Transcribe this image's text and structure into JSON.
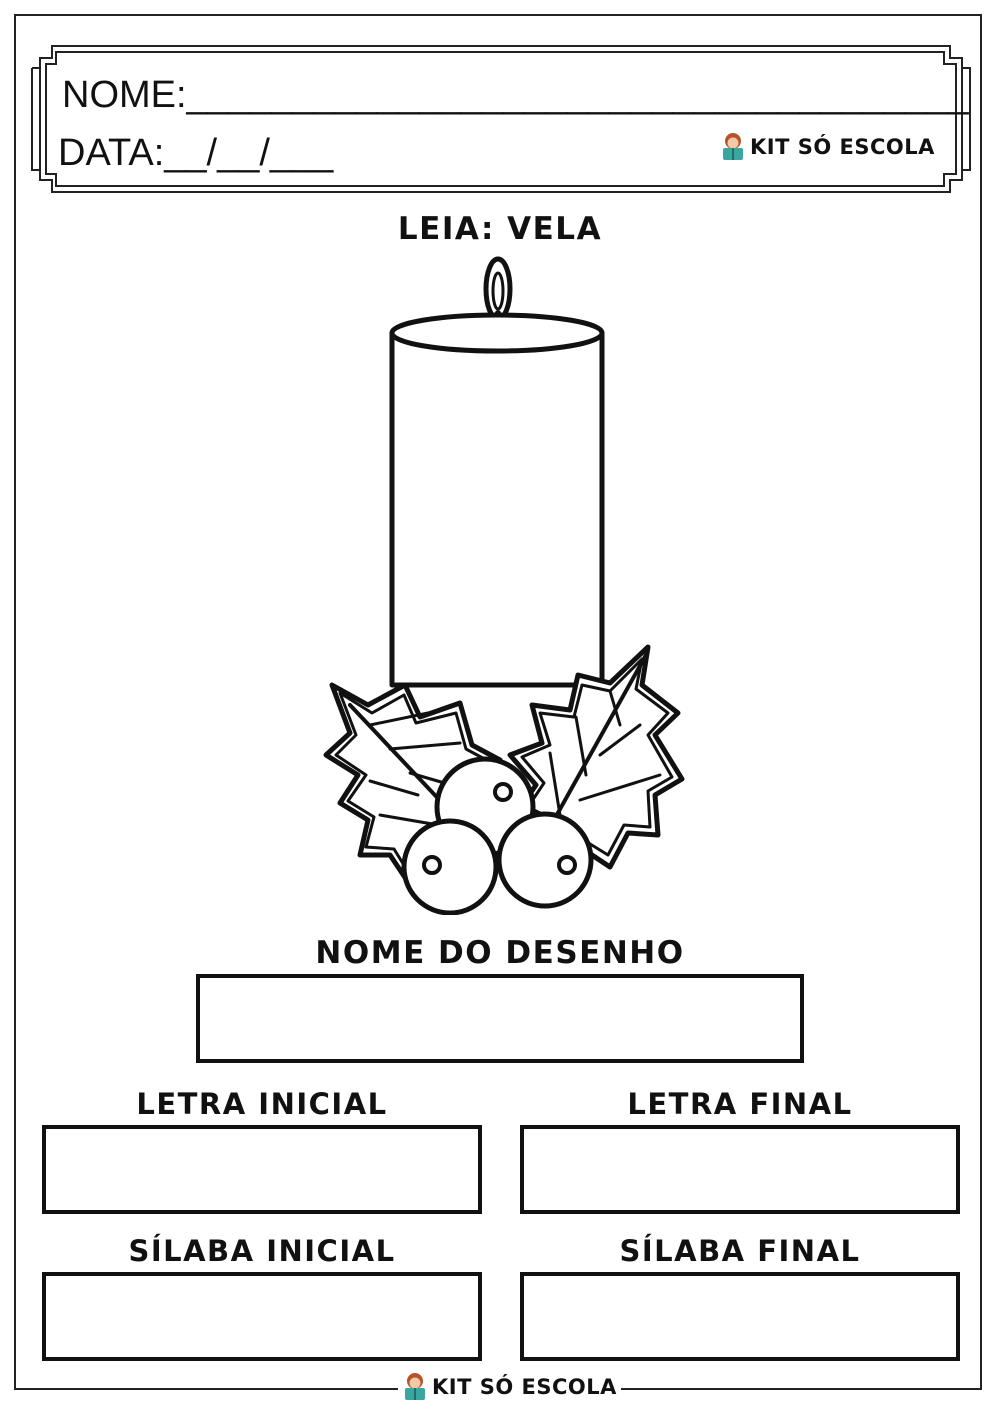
{
  "header": {
    "name_line": "NOME:_____________________________________",
    "date_line": "DATA:__/__/___",
    "logo_text": "KIT SÓ ESCOLA"
  },
  "reading": {
    "title": "LEIA:  VELA"
  },
  "drawing": {
    "icon": "candle-with-holly-icon"
  },
  "sections": {
    "drawing_name": "NOME DO DESENHO",
    "first_letter": "LETRA INICIAL",
    "last_letter": "LETRA FINAL",
    "first_syllable": "SÍLABA INICIAL",
    "last_syllable": "SÍLABA FINAL"
  },
  "footer": {
    "logo_text": "KIT SÓ ESCOLA"
  }
}
